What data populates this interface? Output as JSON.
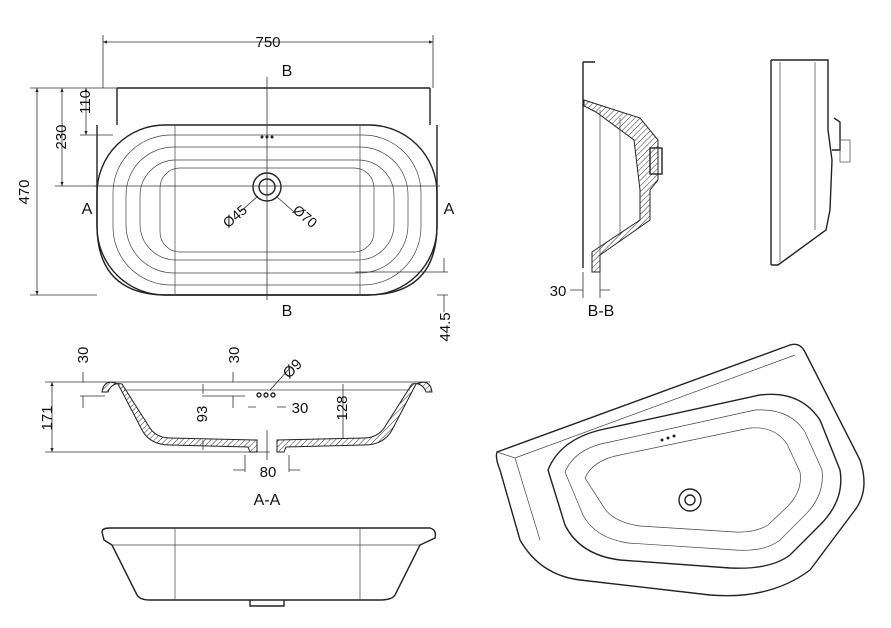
{
  "title": "Basin technical drawing",
  "top_view": {
    "width_dim": "750",
    "depth_dim": "470",
    "dim_230": "230",
    "dim_110": "110",
    "dim_44_5": "44.5",
    "waste_inner": "Ø45",
    "waste_outer": "Ø70",
    "section_b_top": "B",
    "section_b_bottom": "B",
    "section_a_left": "A",
    "section_a_right": "A"
  },
  "section_bb": {
    "label": "B-B",
    "dim_30": "30"
  },
  "section_aa": {
    "label": "A-A",
    "dim_171": "171",
    "dim_30_left": "30",
    "dim_30_mid": "30",
    "dim_hole": "Ø9",
    "dim_93": "93",
    "dim_30_holes": "30",
    "dim_128": "128",
    "dim_80": "80"
  }
}
